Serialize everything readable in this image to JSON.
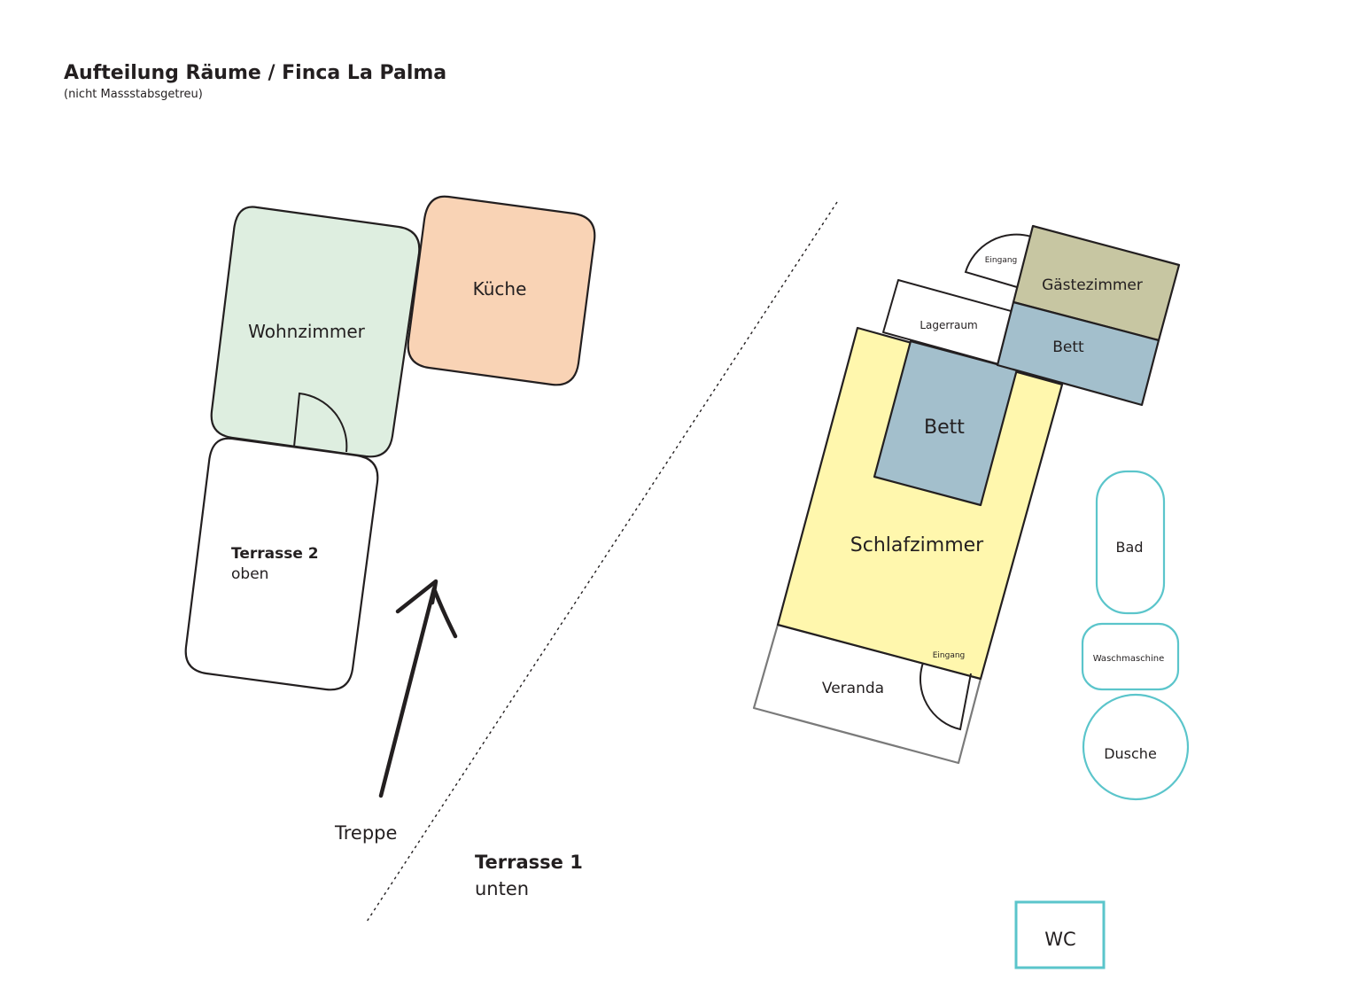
{
  "header": {
    "title": "Aufteilung Räume / Finca La Palma",
    "subtitle": "(nicht Massstabsgetreu)"
  },
  "rooms": {
    "wohnzimmer": "Wohnzimmer",
    "kueche": "Küche",
    "terrasse2_title": "Terrasse 2",
    "terrasse2_sub": "oben",
    "treppe": "Treppe",
    "terrasse1_title": "Terrasse 1",
    "terrasse1_sub": "unten",
    "eingang_top": "Eingang",
    "gaestezimmer": "Gästezimmer",
    "lagerraum": "Lagerraum",
    "bett_guest": "Bett",
    "bett_main": "Bett",
    "schlafzimmer": "Schlafzimmer",
    "eingang_bottom": "Eingang",
    "veranda": "Veranda",
    "bad": "Bad",
    "waschmaschine": "Waschmaschine",
    "dusche": "Dusche",
    "wc": "WC"
  },
  "colors": {
    "wohnzimmer": "#deeee0",
    "kueche": "#f9d3b5",
    "gaestezimmer": "#c7c6a2",
    "bett": "#a3bfcc",
    "schlafzimmer": "#fff7ad",
    "sanitary_outline": "#5bc5cb",
    "outline": "#231f20"
  }
}
